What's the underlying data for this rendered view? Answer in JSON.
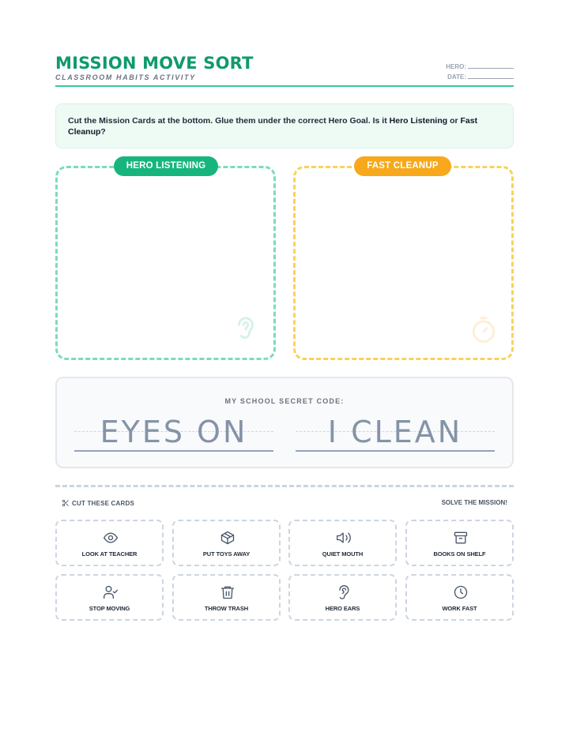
{
  "header": {
    "title": "MISSION MOVE SORT",
    "subtitle": "CLASSROOM HABITS ACTIVITY",
    "hero_field": "HERO:",
    "date_field": "DATE:"
  },
  "instructions": {
    "part1": "Cut the Mission Cards at the bottom. Glue them under the correct Hero Goal. Is it ",
    "bold1": "Hero Listening",
    "part2": " or ",
    "bold2": "Fast Cleanup",
    "part3": "?"
  },
  "categories": [
    {
      "label": "HERO LISTENING",
      "icon": "ear-icon",
      "color": "#17b57e"
    },
    {
      "label": "FAST CLEANUP",
      "icon": "timer-icon",
      "color": "#f7a81b"
    }
  ],
  "secret_code": {
    "label": "MY SCHOOL SECRET CODE:",
    "words": [
      "EYES ON",
      "I CLEAN"
    ]
  },
  "cards_section": {
    "cut_label": "CUT THESE CARDS",
    "solve_label": "SOLVE THE MISSION!",
    "cards": [
      {
        "label": "LOOK AT TEACHER",
        "icon": "eye-icon"
      },
      {
        "label": "PUT TOYS AWAY",
        "icon": "box-icon"
      },
      {
        "label": "QUIET MOUTH",
        "icon": "speaker-icon"
      },
      {
        "label": "BOOKS ON SHELF",
        "icon": "archive-icon"
      },
      {
        "label": "STOP MOVING",
        "icon": "user-check-icon"
      },
      {
        "label": "THROW TRASH",
        "icon": "trash-icon"
      },
      {
        "label": "HERO EARS",
        "icon": "ear-icon"
      },
      {
        "label": "WORK FAST",
        "icon": "clock-icon"
      }
    ]
  },
  "colors": {
    "brand_green": "#0f9a6e",
    "listening_green": "#17b57e",
    "cleanup_orange": "#f7a81b",
    "code_text": "#8593a6"
  }
}
